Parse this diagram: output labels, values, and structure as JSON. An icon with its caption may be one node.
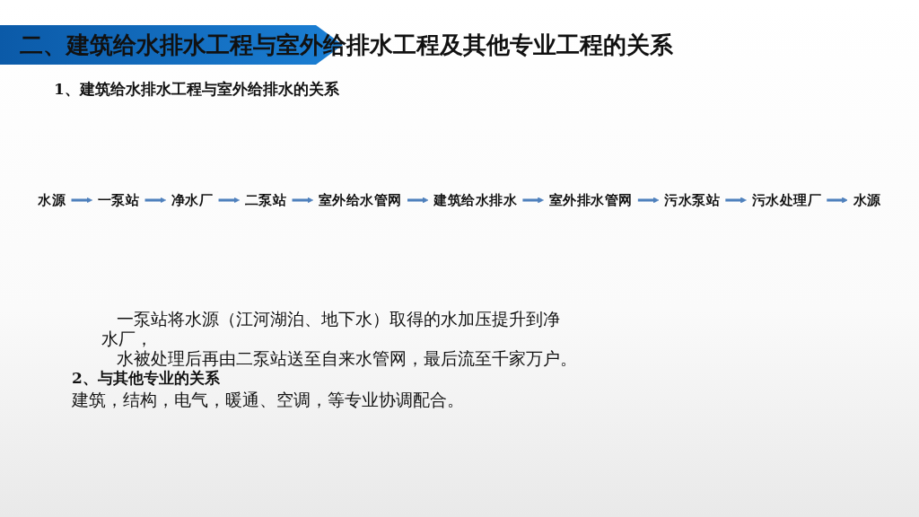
{
  "diagram": {
    "title": "二、建筑给水排水工程与室外给排水工程及其他专业工程的关系",
    "nodes": [
      {
        "text": [
          "水源"
        ]
      },
      {
        "text": [
          "一泵站"
        ]
      },
      {
        "text": [
          "净水厂"
        ]
      },
      {
        "text": [
          "二泵站"
        ]
      },
      {
        "text": [
          "室外给水管网"
        ]
      },
      {
        "text": [
          "建筑给水排水"
        ]
      },
      {
        "text": [
          "水源"
        ]
      },
      {
        "text": [
          "污水处理厂"
        ]
      },
      {
        "text": [
          "污水泵站"
        ]
      },
      {
        "text": [
          "室外排水管网"
        ]
      }
    ],
    "edges": [
      {
        "from": 0,
        "to": 1,
        "arrow": "to"
      },
      {
        "from": 1,
        "to": 2,
        "arrow": "to"
      },
      {
        "from": 2,
        "to": 3,
        "arrow": "to"
      },
      {
        "from": 3,
        "to": 4,
        "arrow": "to"
      },
      {
        "from": 4,
        "to": 5,
        "arrow": "to"
      },
      {
        "from": 5,
        "to": 9,
        "arrow": "to"
      },
      {
        "from": 9,
        "to": 8,
        "arrow": "to"
      },
      {
        "from": 8,
        "to": 7,
        "arrow": "to"
      },
      {
        "from": 7,
        "to": 6,
        "arrow": "to"
      }
    ],
    "labels": [
      "1、建筑给水排水工程与室外给排水的关系",
      "一泵站将水源（江河湖泊、地下水）取得的水加压提升到净水厂，",
      "水被处理后再由二泵站送至自来水管网，最后流至千家万户。",
      "2、与其他专业的关系",
      "建筑，结构，电气，暖通、空调，等专业协调配合。"
    ]
  }
}
